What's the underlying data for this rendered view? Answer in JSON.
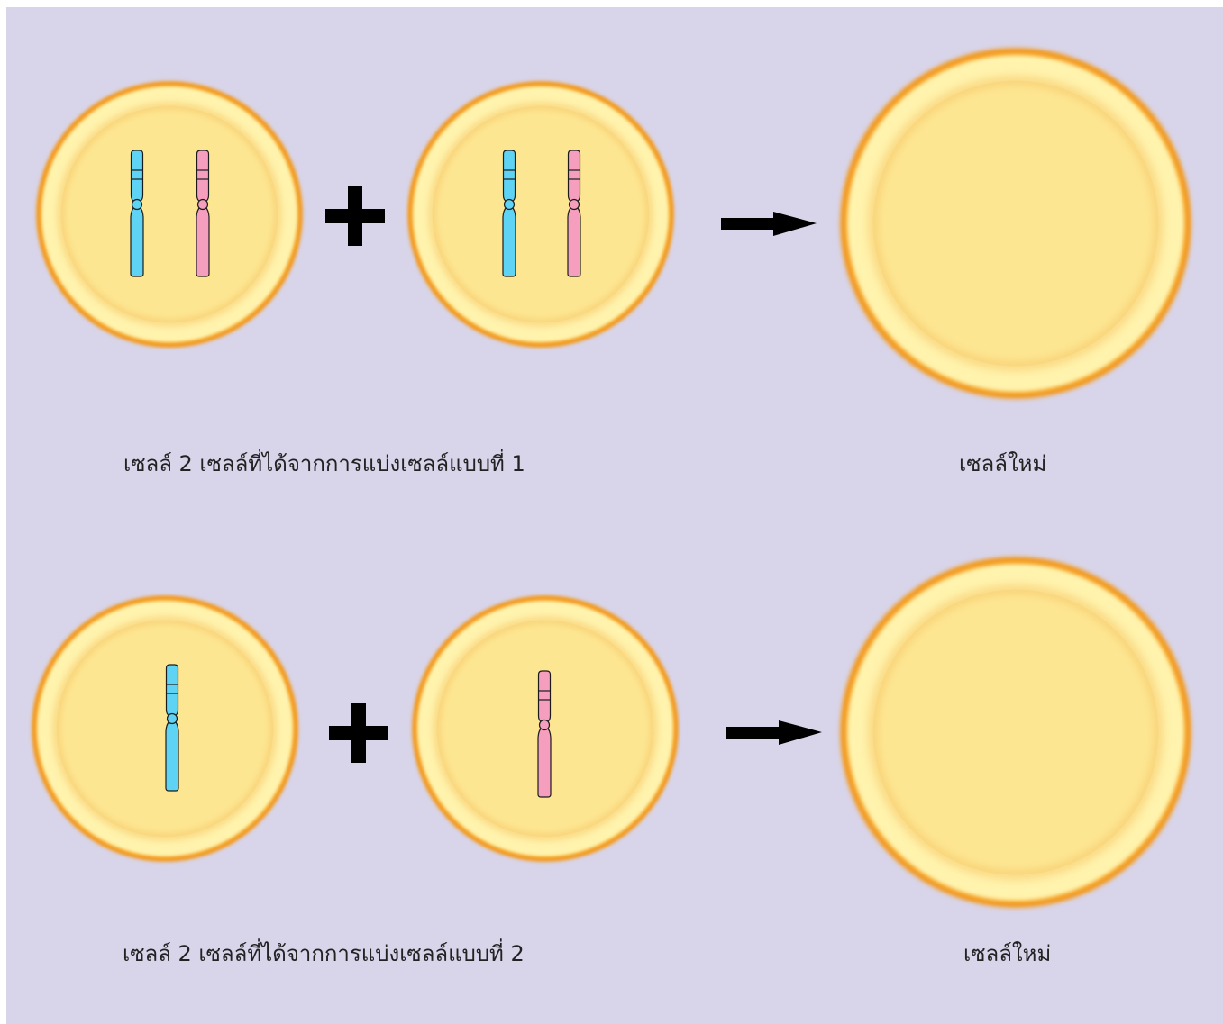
{
  "rows": [
    {
      "caption_left": "เซลล์ 2 เซลล์ที่ได้จากการแบ่งเซลล์แบบที่ 1",
      "caption_right": "เซลล์ใหม่"
    },
    {
      "caption_left": "เซลล์ 2 เซลล์ที่ได้จากการแบ่งเซลล์แบบที่ 2",
      "caption_right": "เซลล์ใหม่"
    }
  ],
  "symbols": {
    "plus": "plus-icon",
    "arrow": "right-arrow-icon"
  },
  "colors": {
    "background": "#d8d4e9",
    "cell_outer_fill": "#fff3ad",
    "cell_inner_fill": "#fde692",
    "cell_membrane": "#f39a1e",
    "chromosome_blue": "#5ed3f3",
    "chromosome_pink": "#f59ebe",
    "symbol": "#000000"
  }
}
